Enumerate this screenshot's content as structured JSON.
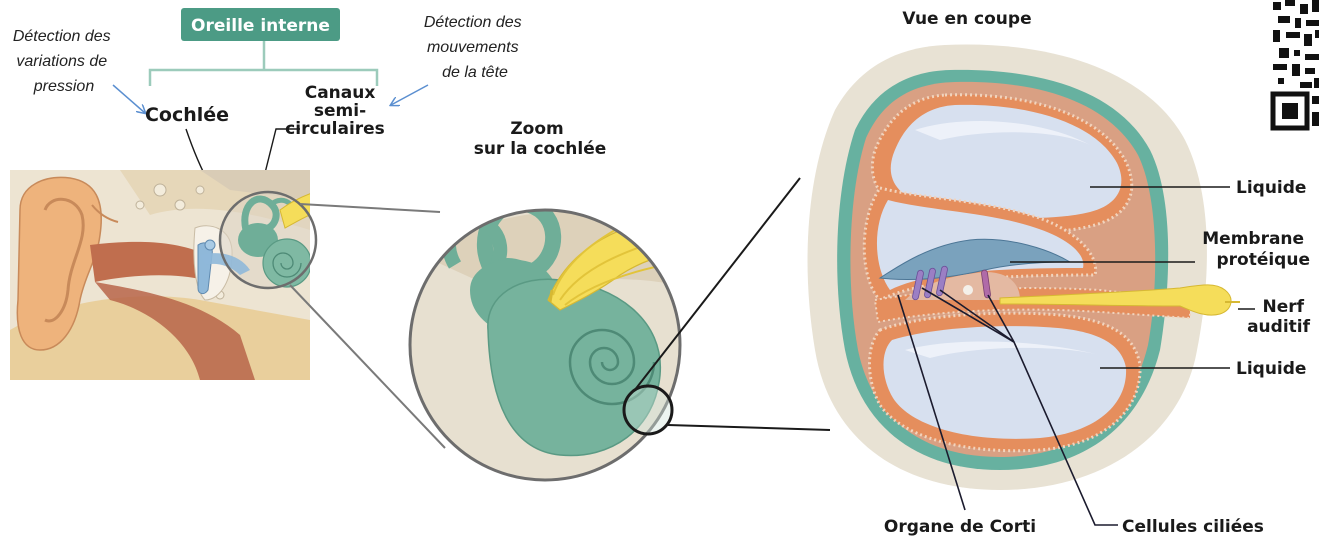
{
  "header": {
    "badge": "Oreille interne",
    "left_note": [
      "Détection des",
      "variations de",
      "pression"
    ],
    "right_note": [
      "Détection des",
      "mouvements",
      "de la tête"
    ],
    "cochlea": "Cochlée",
    "canals": [
      "Canaux",
      "semi-",
      "circulaires"
    ]
  },
  "zoom": {
    "title": [
      "Zoom",
      "sur la cochlée"
    ]
  },
  "section": {
    "title": "Vue en coupe",
    "labels": {
      "liquide_top": "Liquide",
      "membrane": [
        "Membrane",
        "protéique"
      ],
      "nerf": [
        "Nerf",
        "auditif"
      ],
      "liquide_bottom": "Liquide",
      "corti": "Organe de Corti",
      "cellules": "Cellules ciliées"
    }
  },
  "colors": {
    "badge_green": "#4c9b85",
    "inner_ear_green": "#6fae98",
    "orange_wall": "#dc8e64",
    "liquid_blue": "#dde5f2",
    "nerve_yellow": "#f5dd5a",
    "hair_cells_purple": "#9b7fc4",
    "arrow_blue": "#5b8fd0"
  }
}
